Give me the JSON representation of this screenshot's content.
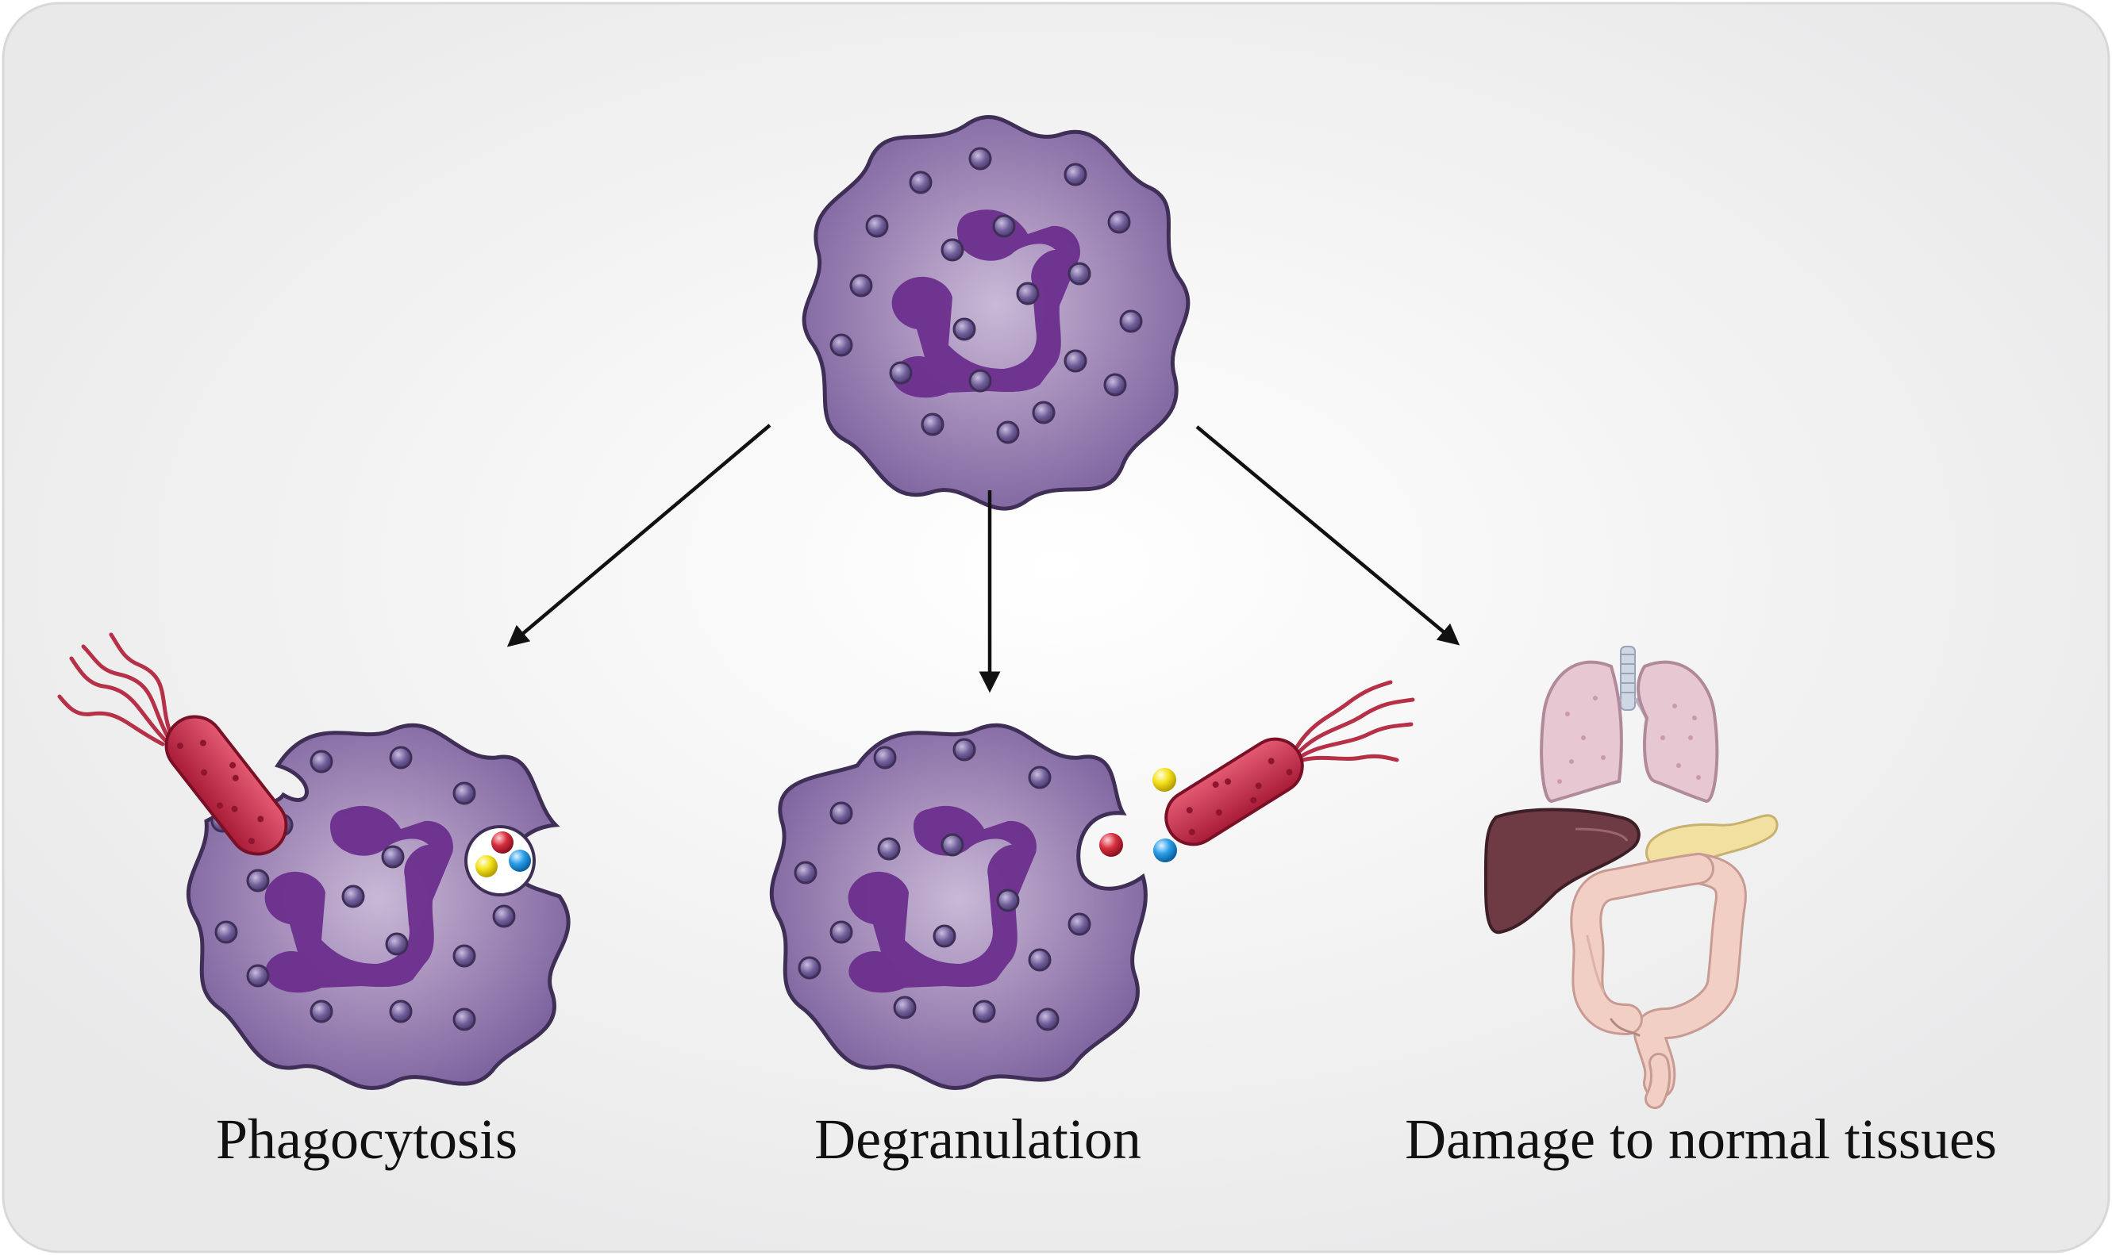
{
  "labels": {
    "phagocytosis": "Phagocytosis",
    "degranulation": "Degranulation",
    "damage": "Damage to normal tissues"
  },
  "colors": {
    "cell_fill": "#8f74aa",
    "cell_stroke": "#3f2f57",
    "nucleus": "#6a2e8c",
    "granule": "#7a6a9e",
    "bacterium": "#c8314a",
    "flagella": "#b63048",
    "arrow": "#111111",
    "granule_red": "#d6303f",
    "granule_yellow": "#f2e11a",
    "granule_blue": "#2a9ee8",
    "lung": "#e6c7d2",
    "liver": "#6e3b44",
    "pancreas": "#f2e0a0",
    "intestine": "#f2cfc4"
  },
  "icons": {
    "cells": "neutrophil-icon",
    "bacteria": "bacterium-icon",
    "organs": [
      "lungs-icon",
      "liver-icon",
      "pancreas-icon",
      "intestine-icon"
    ]
  }
}
